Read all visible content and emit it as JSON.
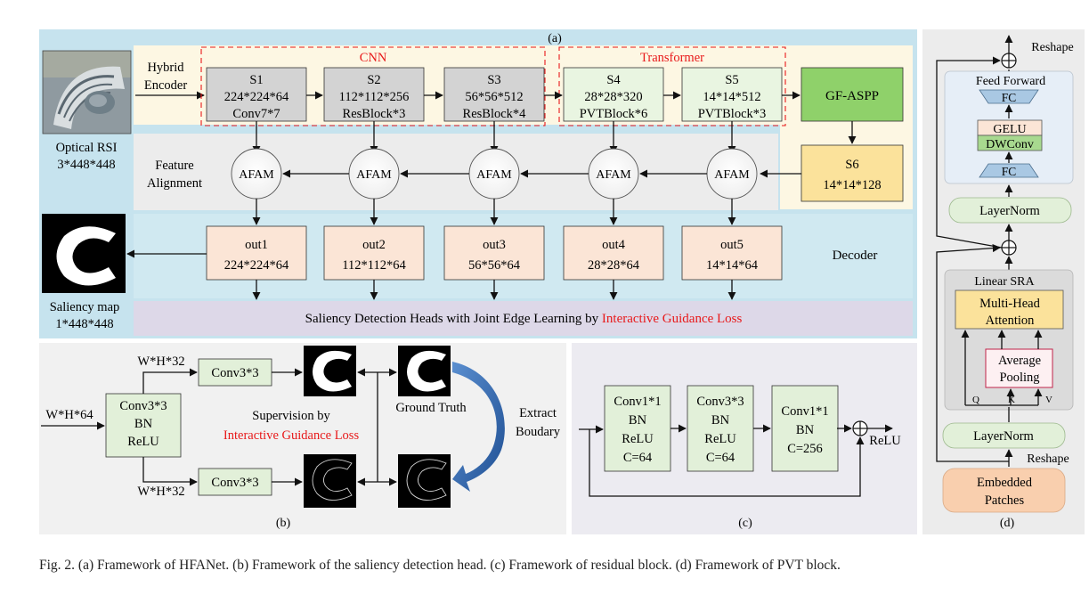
{
  "panel_a": {
    "label": "(a)",
    "input_image": {
      "title": "Optical RSI",
      "size": "3*448*448"
    },
    "encoder_label": [
      "Hybrid",
      "Encoder"
    ],
    "cnn_label": "CNN",
    "transformer_label": "Transformer",
    "stages": [
      {
        "name": "S1",
        "dims": "224*224*64",
        "op": "Conv7*7"
      },
      {
        "name": "S2",
        "dims": "112*112*256",
        "op": "ResBlock*3"
      },
      {
        "name": "S3",
        "dims": "56*56*512",
        "op": "ResBlock*4"
      },
      {
        "name": "S4",
        "dims": "28*28*320",
        "op": "PVTBlock*6"
      },
      {
        "name": "S5",
        "dims": "14*14*512",
        "op": "PVTBlock*3"
      }
    ],
    "gf_aspp": "GF-ASPP",
    "s6": {
      "name": "S6",
      "dims": "14*14*128"
    },
    "feature_alignment_label": [
      "Feature",
      "Alignment"
    ],
    "afam_label": "AFAM",
    "outputs": [
      {
        "name": "out1",
        "dims": "224*224*64"
      },
      {
        "name": "out2",
        "dims": "112*112*64"
      },
      {
        "name": "out3",
        "dims": "56*56*64"
      },
      {
        "name": "out4",
        "dims": "28*28*64"
      },
      {
        "name": "out5",
        "dims": "14*14*64"
      }
    ],
    "decoder_label": "Decoder",
    "saliency_map": {
      "title": "Saliency map",
      "size": "1*448*448"
    },
    "heads_text": "Saliency Detection Heads with Joint Edge Learning by",
    "heads_text_red": "Interactive Guidance Loss"
  },
  "panel_b": {
    "label": "(b)",
    "input_dim": "W*H*64",
    "first_block": [
      "Conv3*3",
      "BN",
      "ReLU"
    ],
    "branch_dim": "W*H*32",
    "conv_label": "Conv3*3",
    "supervision": "Supervision by",
    "supervision_red": "Interactive Guidance Loss",
    "ground_truth": "Ground Truth",
    "extract": [
      "Extract",
      "Boudary"
    ]
  },
  "panel_c": {
    "label": "(c)",
    "blocks": [
      [
        "Conv1*1",
        "BN",
        "ReLU",
        "C=64"
      ],
      [
        "Conv3*3",
        "BN",
        "ReLU",
        "C=64"
      ],
      [
        "Conv1*1",
        "BN",
        "C=256"
      ]
    ],
    "relu": "ReLU"
  },
  "panel_d": {
    "label": "(d)",
    "reshape": "Reshape",
    "feed_forward": "Feed  Forward",
    "fc": "FC",
    "gelu": "GELU",
    "dwconv": "DWConv",
    "layernorm": "LayerNorm",
    "linear_sra": "Linear  SRA",
    "mha": [
      "Multi-Head",
      "Attention"
    ],
    "avg_pool": [
      "Average",
      "Pooling"
    ],
    "qkv": [
      "Q",
      "K",
      "V"
    ],
    "embedded": [
      "Embedded",
      "Patches"
    ]
  },
  "caption": "Fig. 2.   (a) Framework of HFANet. (b) Framework of the saliency detection head. (c) Framework of residual block. (d) Framework of PVT block.",
  "colors": {
    "panel_a_bg": "#c6e3ee",
    "encoder_bg": "#fdf7e3",
    "align_bg": "#ececec",
    "decoder_bg": "#d0e9f1",
    "heads_bg": "#ddd8e8",
    "cnn_stage": "#d3d3d3",
    "transformer_stage": "#e9f5e1",
    "gf_aspp": "#8fd16a",
    "s6": "#fbe29b",
    "out_box": "#fbe5d6",
    "green_box": "#e2f0d9",
    "red_text": "#e8191a",
    "blue_arrow": "#2e64a8"
  }
}
